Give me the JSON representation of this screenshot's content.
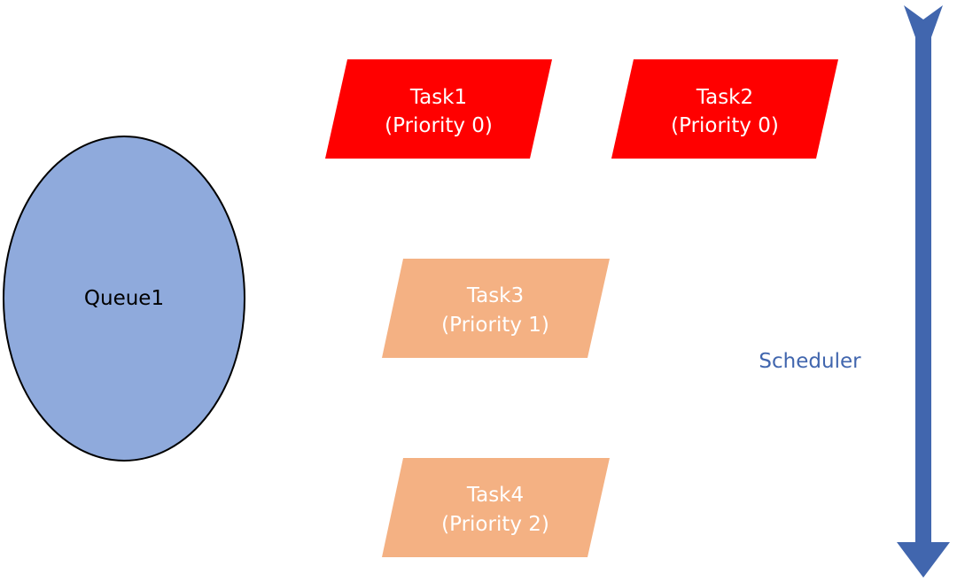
{
  "queue": {
    "label": "Queue1",
    "fill": "#8faadc",
    "stroke": "#000000",
    "text_color": "#000000"
  },
  "tasks": [
    {
      "name": "Task1",
      "priority": "(Priority 0)",
      "fill": "#ff0000",
      "text_color": "#ffffff"
    },
    {
      "name": "Task2",
      "priority": "(Priority 0)",
      "fill": "#ff0000",
      "text_color": "#ffffff"
    },
    {
      "name": "Task3",
      "priority": "(Priority 1)",
      "fill": "#f4b183",
      "text_color": "#ffffff"
    },
    {
      "name": "Task4",
      "priority": "(Priority 2)",
      "fill": "#f4b183",
      "text_color": "#ffffff"
    }
  ],
  "scheduler": {
    "label": "Scheduler",
    "color": "#4166ae",
    "direction": "down"
  }
}
